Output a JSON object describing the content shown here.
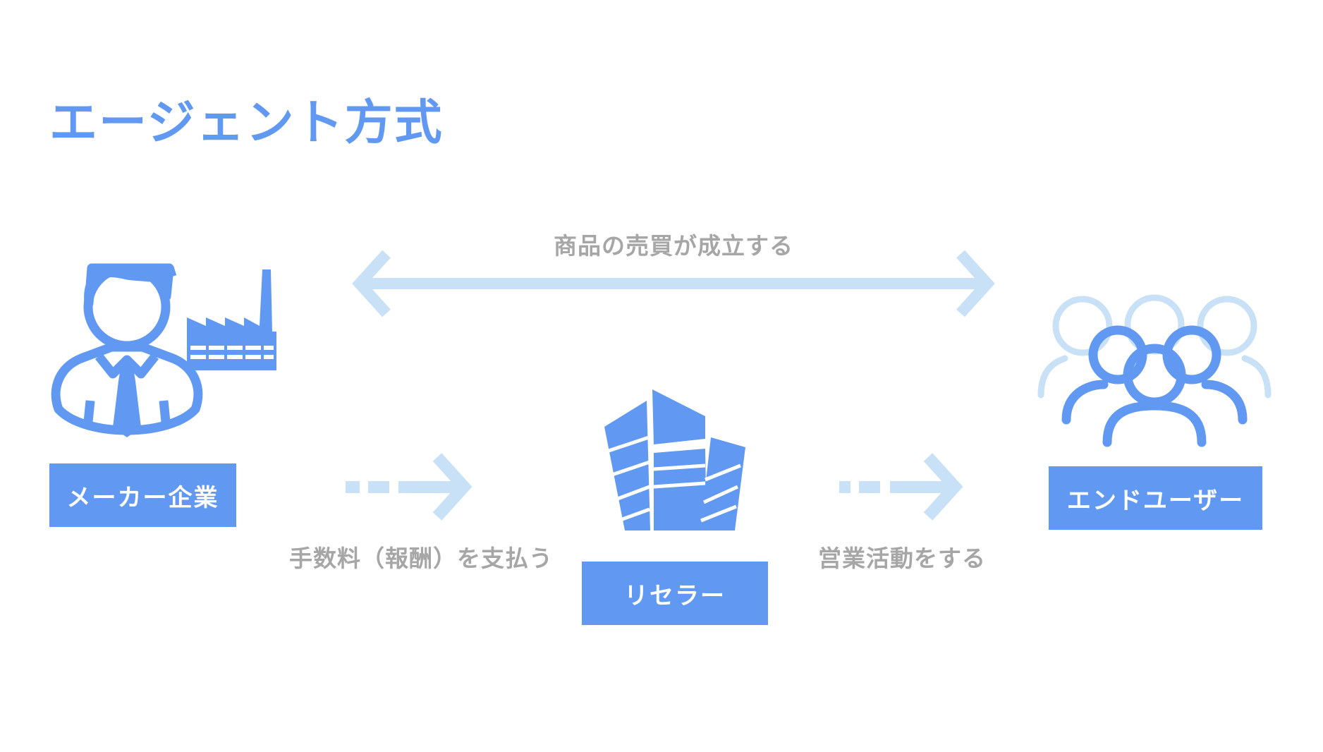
{
  "title": "エージェント方式",
  "nodes": {
    "maker": {
      "label": "メーカー企業",
      "icon": "businessman-factory-icon"
    },
    "reseller": {
      "label": "リセラー",
      "icon": "buildings-icon"
    },
    "end_user": {
      "label": "エンドユーザー",
      "icon": "user-group-icon"
    }
  },
  "edges": {
    "trade": {
      "label": "商品の売買が成立する",
      "style": "double-arrow"
    },
    "commission": {
      "label": "手数料（報酬）を支払う",
      "style": "dashed-arrow"
    },
    "sales": {
      "label": "営業活動をする",
      "style": "dashed-arrow"
    }
  },
  "colors": {
    "accent": "#6199F2",
    "light": "#C8E1F6",
    "caption": "#A6A6A6",
    "background": "#FFFFFF"
  }
}
